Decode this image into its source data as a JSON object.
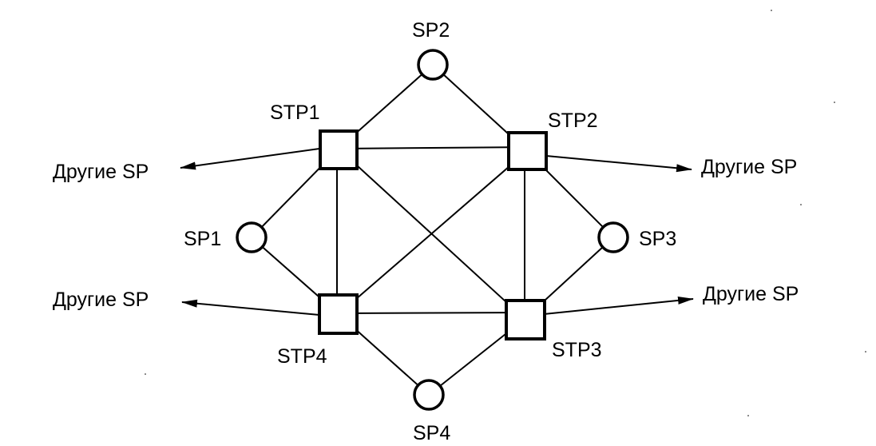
{
  "stp_nodes": [
    {
      "id": "stp1",
      "label": "STP1"
    },
    {
      "id": "stp2",
      "label": "STP2"
    },
    {
      "id": "stp3",
      "label": "STP3"
    },
    {
      "id": "stp4",
      "label": "STP4"
    }
  ],
  "sp_nodes": [
    {
      "id": "sp1",
      "label": "SP1"
    },
    {
      "id": "sp2",
      "label": "SP2"
    },
    {
      "id": "sp3",
      "label": "SP3"
    },
    {
      "id": "sp4",
      "label": "SP4"
    }
  ],
  "links": [
    [
      "sp2",
      "stp1"
    ],
    [
      "sp2",
      "stp2"
    ],
    [
      "sp1",
      "stp1"
    ],
    [
      "sp1",
      "stp4"
    ],
    [
      "sp3",
      "stp2"
    ],
    [
      "sp3",
      "stp3"
    ],
    [
      "sp4",
      "stp4"
    ],
    [
      "sp4",
      "stp3"
    ],
    [
      "stp1",
      "stp2"
    ],
    [
      "stp4",
      "stp3"
    ],
    [
      "stp1",
      "stp4"
    ],
    [
      "stp2",
      "stp3"
    ],
    [
      "stp1",
      "stp3"
    ],
    [
      "stp2",
      "stp4"
    ]
  ],
  "external_links": [
    {
      "from": "stp1",
      "label": "Другие SP"
    },
    {
      "from": "stp2",
      "label": "Другие SP"
    },
    {
      "from": "stp4",
      "label": "Другие SP"
    },
    {
      "from": "stp3",
      "label": "Другие SP"
    }
  ]
}
